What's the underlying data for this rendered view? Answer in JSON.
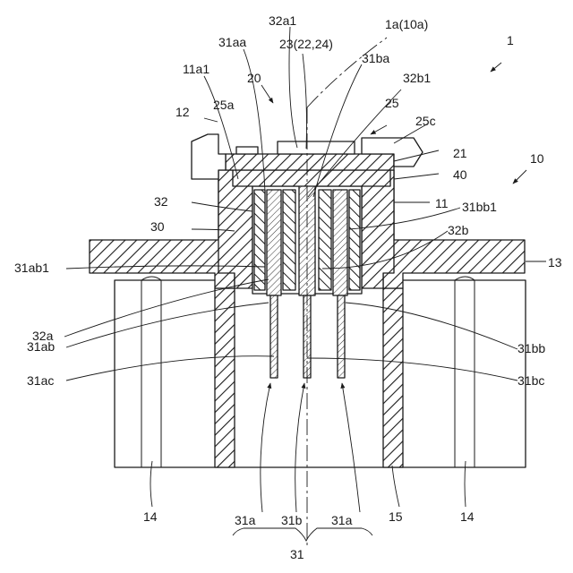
{
  "figure": {
    "labels": {
      "ref_1": "1",
      "ref_1a": "1a(10a)",
      "ref_10": "10",
      "ref_11": "11",
      "ref_11a1": "11a1",
      "ref_12": "12",
      "ref_13": "13",
      "ref_14_left": "14",
      "ref_14_right": "14",
      "ref_15": "15",
      "ref_20": "20",
      "ref_21": "21",
      "ref_23": "23(22,24)",
      "ref_25": "25",
      "ref_25a": "25a",
      "ref_25c": "25c",
      "ref_30": "30",
      "ref_31": "31",
      "ref_31a_left": "31a",
      "ref_31a_right": "31a",
      "ref_31aa": "31aa",
      "ref_31ab": "31ab",
      "ref_31ab1": "31ab1",
      "ref_31ac": "31ac",
      "ref_31b": "31b",
      "ref_31ba": "31ba",
      "ref_31bb": "31bb",
      "ref_31bb1": "31bb1",
      "ref_31bc": "31bc",
      "ref_32": "32",
      "ref_32a": "32a",
      "ref_32a1": "32a1",
      "ref_32b": "32b",
      "ref_32b1": "32b1",
      "ref_40": "40"
    }
  }
}
